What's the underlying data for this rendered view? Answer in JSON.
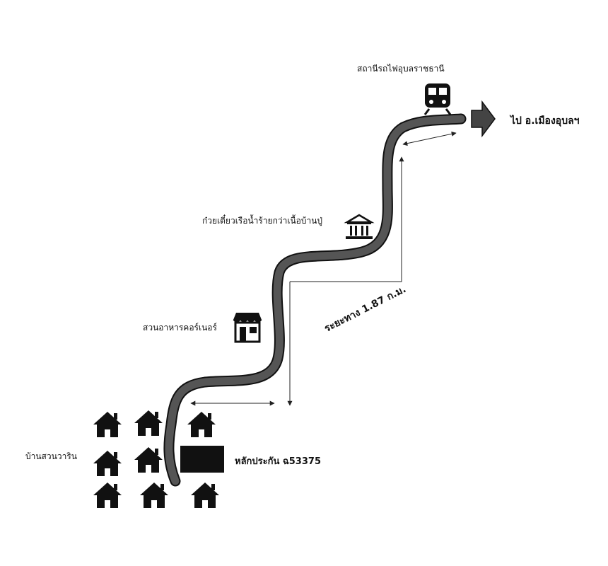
{
  "labels": {
    "station": "สถานีรถไฟอุบลราชธานี",
    "destination": "ไป อ.เมืองอุบลฯ",
    "restaurant": "ก๋วยเตี๋ยวเรือน้ำร้ายกว่าเนื้อบ้านปู่",
    "food_court": "สวนอาหารคอร์เนอร์",
    "distance": "ระยะทาง 1.87 ก.ม.",
    "village": "บ้านสวนวาริน",
    "collateral": "หลักประกัน ฉ53375"
  },
  "colors": {
    "road": "#555555",
    "road_edge": "#111111",
    "icon": "#111111",
    "arrow": "#444444",
    "plot": "#111111"
  },
  "icons": {
    "station": "train-icon",
    "restaurant": "bank-building-icon",
    "food_court": "shop-icon",
    "houses": "house-icon"
  }
}
